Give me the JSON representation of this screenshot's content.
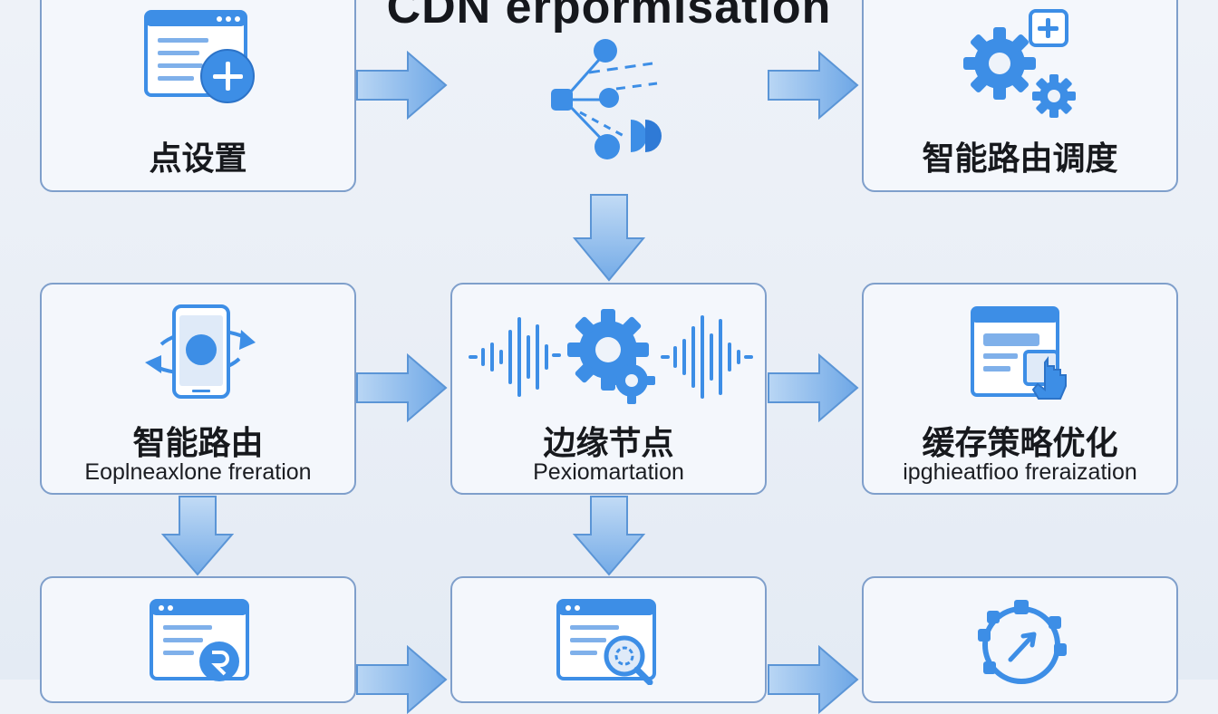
{
  "title": "CDN erpormisation",
  "colors": {
    "accent": "#3d8ee6",
    "arrow": "#7eb2ea",
    "border": "#7f9fcb",
    "background": "#eef2f8"
  },
  "nodes": [
    {
      "id": "node-setup",
      "label": "点设置",
      "subtitle": "",
      "icon": "browser-add-icon"
    },
    {
      "id": "node-network",
      "label": "",
      "subtitle": "",
      "icon": "network-nodes-icon"
    },
    {
      "id": "node-scheduling",
      "label": "智能路由调度",
      "subtitle": "",
      "icon": "gears-plus-icon"
    },
    {
      "id": "node-routing",
      "label": "智能路由",
      "subtitle": "Eoplneaxlone freration",
      "icon": "mobile-sync-icon"
    },
    {
      "id": "node-edge",
      "label": "边缘节点",
      "subtitle": "Pexiomartation",
      "icon": "gear-waveform-icon"
    },
    {
      "id": "node-cache",
      "label": "缓存策略优化",
      "subtitle": "ipghieatfioo freraization",
      "icon": "window-touch-icon"
    },
    {
      "id": "node-bottom-left",
      "label": "",
      "subtitle": "",
      "icon": "browser-refresh-icon"
    },
    {
      "id": "node-bottom-center",
      "label": "",
      "subtitle": "",
      "icon": "browser-search-icon"
    },
    {
      "id": "node-bottom-right",
      "label": "",
      "subtitle": "",
      "icon": "circular-network-icon"
    }
  ]
}
